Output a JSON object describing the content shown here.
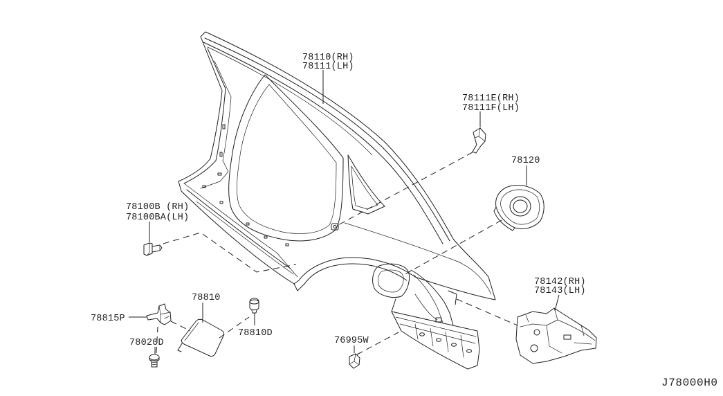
{
  "palette": {
    "ink": "#1e1e1e",
    "paper": "#ffffff"
  },
  "diagram_code": "J78000H0",
  "callouts": [
    {
      "lines": [
        "78110(RH)",
        "78111(LH)"
      ]
    },
    {
      "lines": [
        "78111E(RH)",
        "78111F(LH)"
      ]
    },
    {
      "lines": [
        "78120"
      ]
    },
    {
      "lines": [
        "78100B (RH)",
        "78100BA(LH)"
      ]
    },
    {
      "lines": [
        "78142(RH)",
        "78143(LH)"
      ]
    },
    {
      "lines": [
        "78810"
      ]
    },
    {
      "lines": [
        "78815P"
      ]
    },
    {
      "lines": [
        "78810D"
      ]
    },
    {
      "lines": [
        "78020D"
      ]
    },
    {
      "lines": [
        "76995W"
      ]
    }
  ]
}
